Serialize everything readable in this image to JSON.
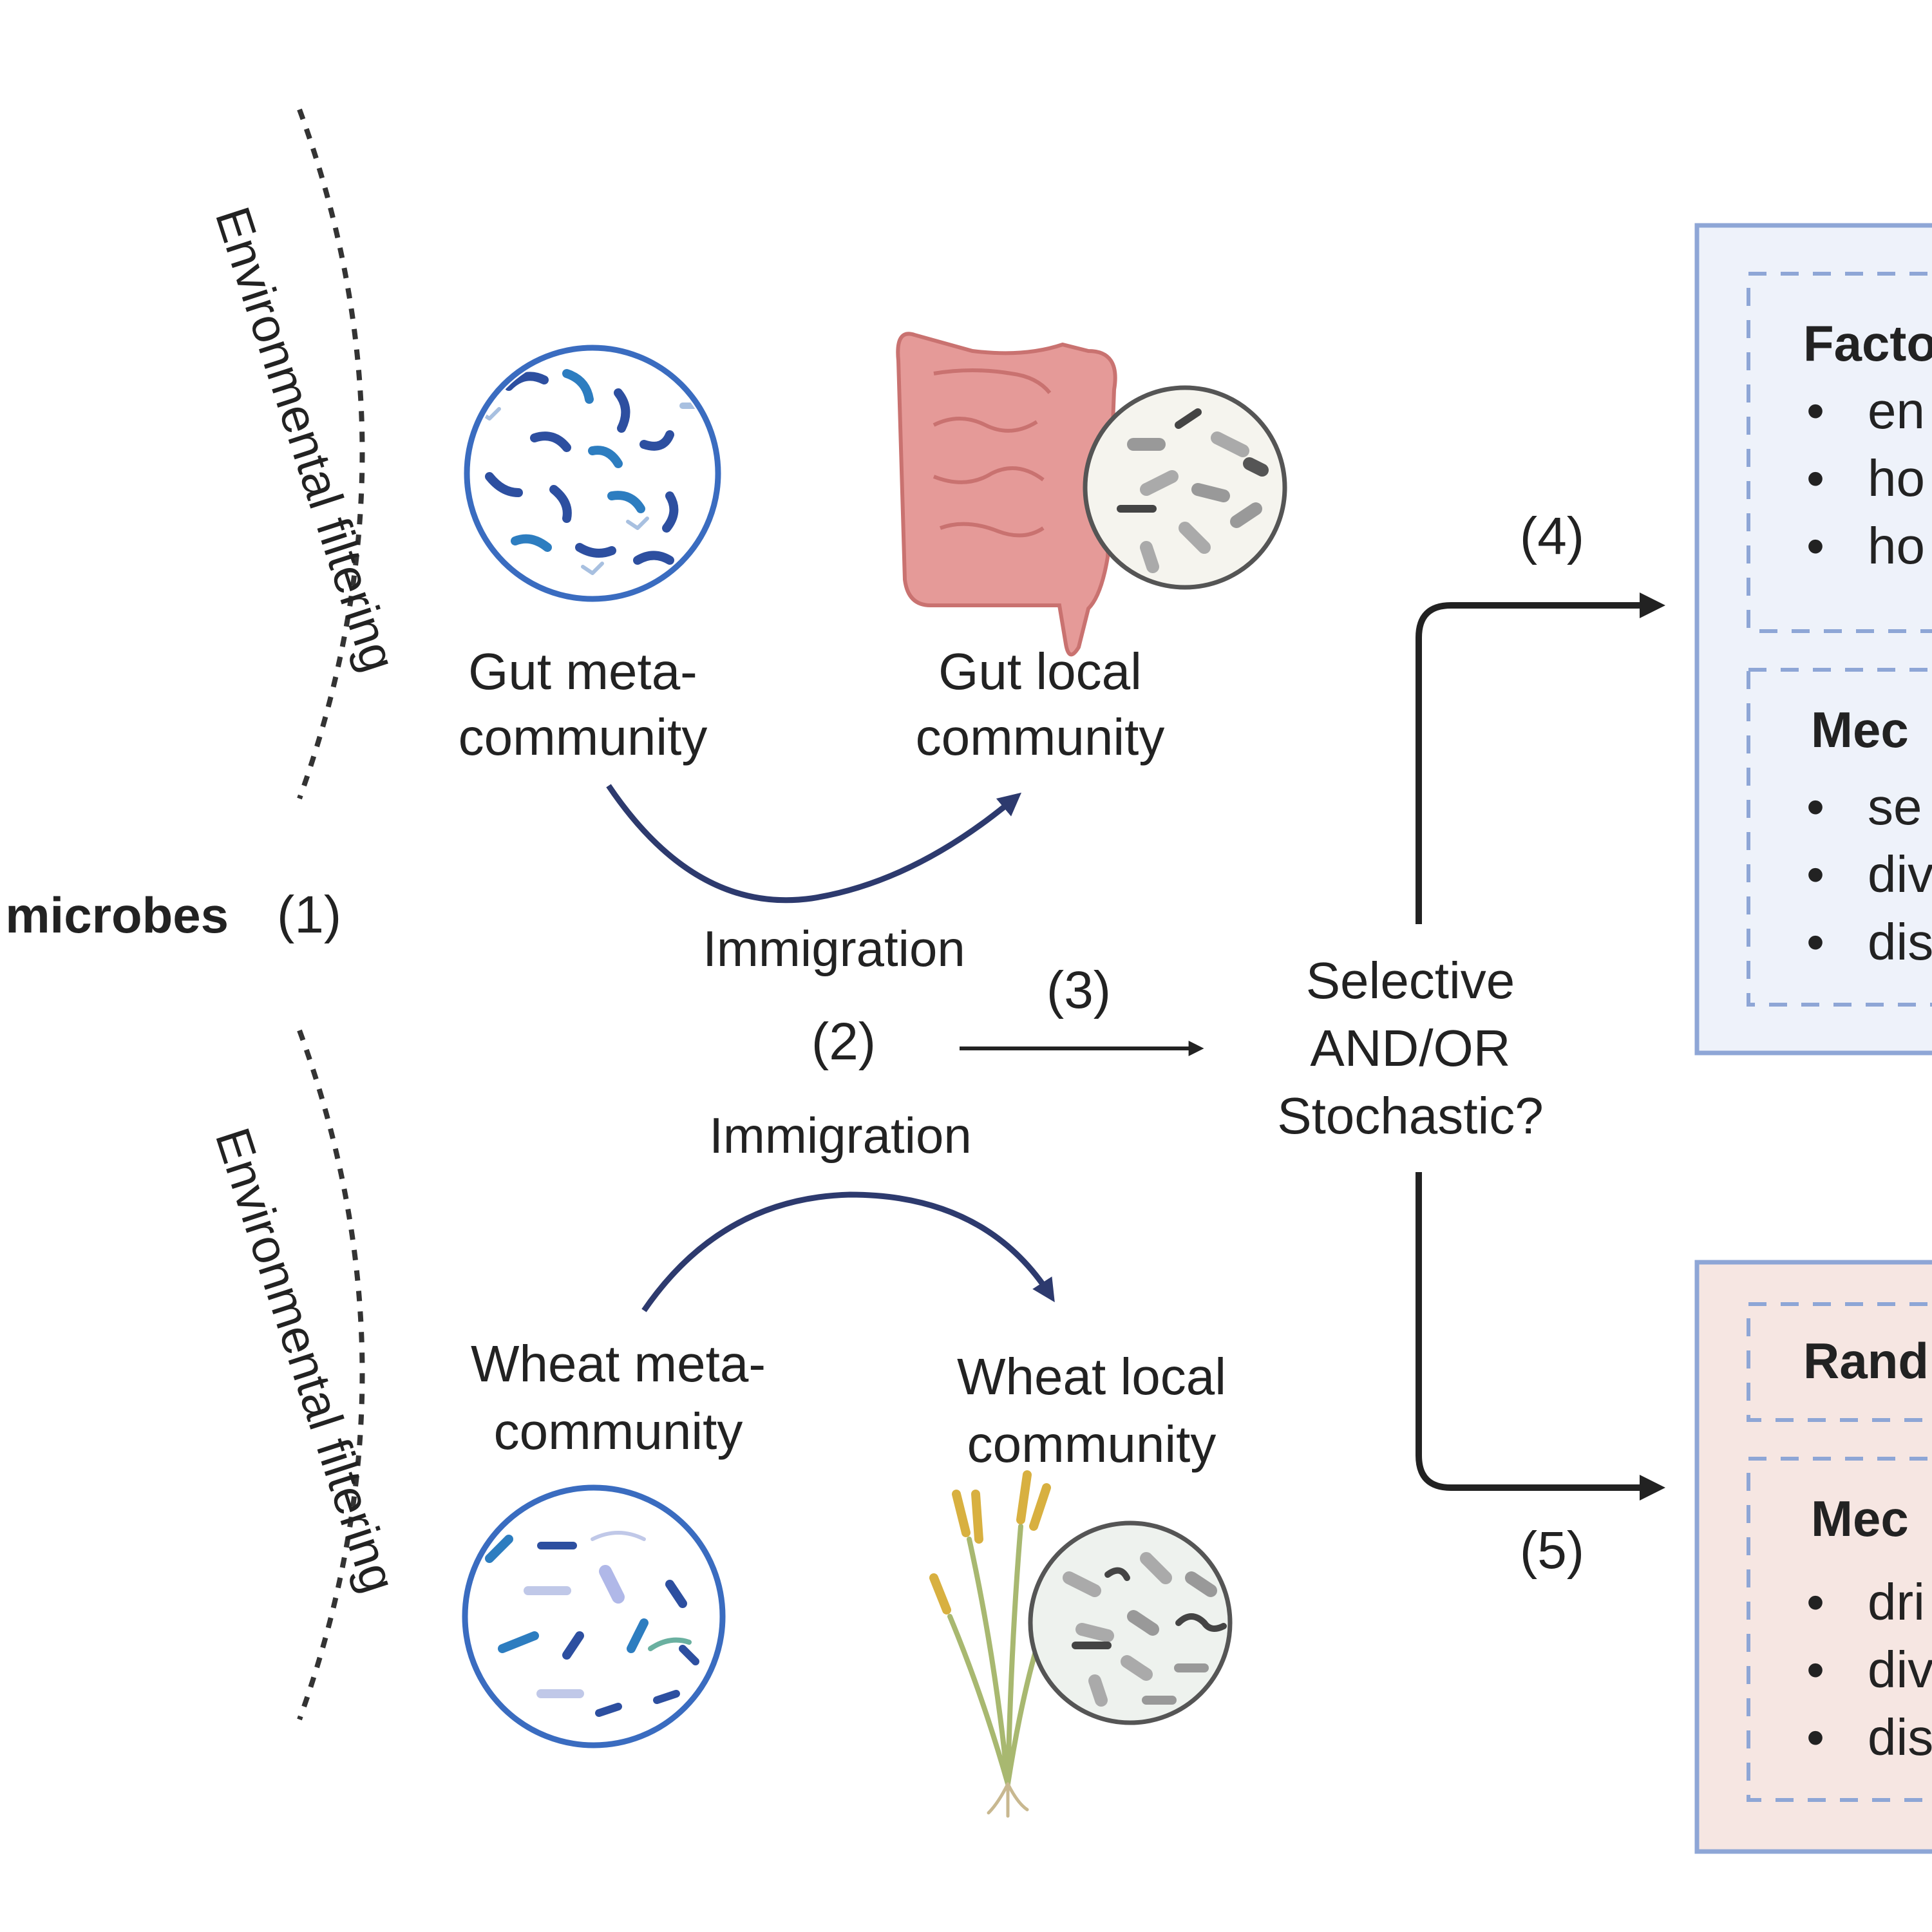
{
  "left_label": "microbes",
  "steps": {
    "s1": "(1)",
    "s2": "(2)",
    "s3": "(3)",
    "s4": "(4)",
    "s5": "(5)"
  },
  "filters": {
    "top": "Environmental filtering",
    "bottom": "Environmental filtering"
  },
  "gut": {
    "meta_line1": "Gut meta-",
    "meta_line2": "community",
    "local_line1": "Gut local",
    "local_line2": "community"
  },
  "wheat": {
    "meta_line1": "Wheat meta-",
    "meta_line2": "community",
    "local_line1": "Wheat local",
    "local_line2": "community"
  },
  "immigration": {
    "top": "Immigration",
    "bottom": "Immigration"
  },
  "question": {
    "line1": "Selective",
    "line2": "AND/OR",
    "line3": "Stochastic?"
  },
  "box_selective": {
    "factors_heading": "Facto",
    "factors": [
      "en",
      "ho",
      "ho"
    ],
    "mech_heading": "Mec",
    "mechanisms": [
      "se",
      "div",
      "dis"
    ]
  },
  "box_stochastic": {
    "random_heading": "Rand",
    "mech_heading": "Mec",
    "mechanisms": [
      "dri",
      "div",
      "dis"
    ]
  },
  "colors": {
    "arrow_dark": "#2d3a6e",
    "arrow_black": "#222222",
    "circle_blue": "#3a6cc0",
    "box_blue_fill": "#eef2fa",
    "box_blue_border": "#8ea6d6",
    "box_pink_fill": "#f6e6e2",
    "box_pink_border": "#8ea6d6",
    "gut_pink": "#e59a98"
  }
}
